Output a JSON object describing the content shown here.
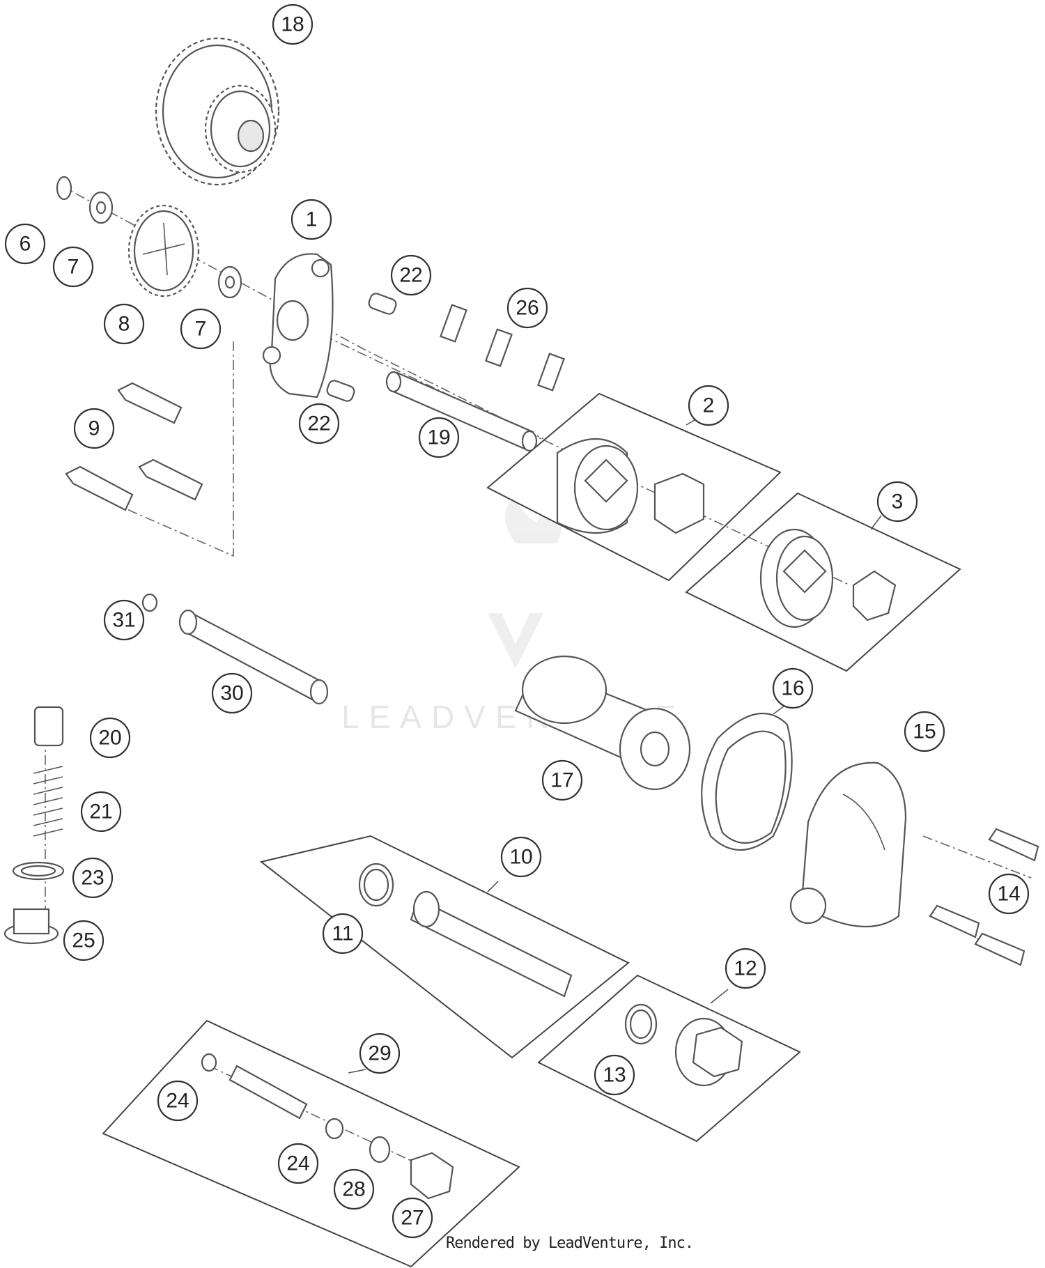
{
  "diagram": {
    "callouts": [
      "18",
      "1",
      "6",
      "7",
      "22",
      "26",
      "8",
      "7",
      "9",
      "22",
      "19",
      "2",
      "3",
      "31",
      "30",
      "20",
      "16",
      "15",
      "21",
      "17",
      "23",
      "25",
      "10",
      "14",
      "11",
      "12",
      "13",
      "29",
      "24",
      "24",
      "28",
      "27"
    ],
    "watermark": "LEADVENTURE",
    "credit": "Rendered by LeadVenture, Inc."
  },
  "colors": {
    "line": "#555555",
    "background": "#ffffff"
  }
}
